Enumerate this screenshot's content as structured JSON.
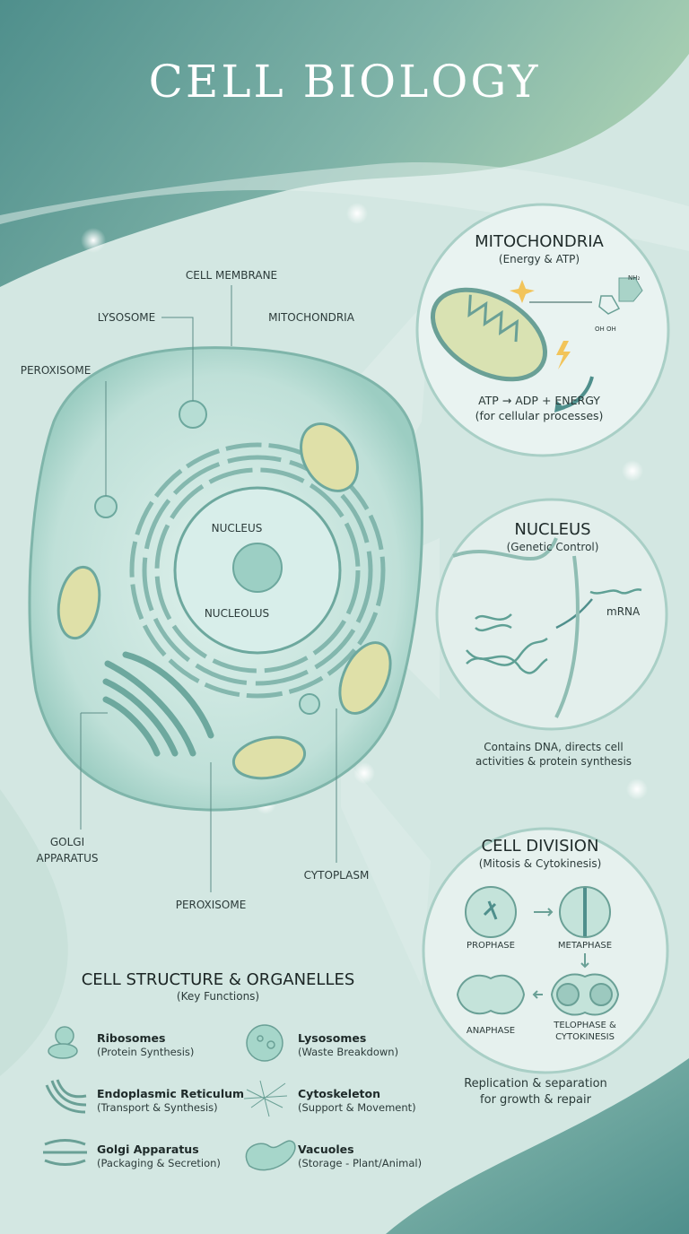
{
  "title": "CELL BIOLOGY",
  "diagram": {
    "labels": {
      "cell_membrane": "CELL MEMBRANE",
      "lysosome": "LYSOSOME",
      "mitochondria": "MITOCHONDRIA",
      "peroxisome_top": "PEROXISOME",
      "nucleus": "NUCLEUS",
      "nucleolus": "NUCLEOLUS",
      "golgi_line1": "GOLGI",
      "golgi_line2": "APPARATUS",
      "cytoplasm": "CYTOPLASM",
      "peroxisome_bottom": "PEROXISOME"
    }
  },
  "panels": {
    "mitochondria": {
      "title": "MITOCHONDRIA",
      "subtitle": "(Energy & ATP)",
      "caption_line1": "ATP → ADP + ENERGY",
      "caption_line2": "(for cellular processes)",
      "formula_label": "NH₂",
      "oh_label": "OH OH"
    },
    "nucleus": {
      "title": "NUCLEUS",
      "subtitle": "(Genetic Control)",
      "mrna": "mRNA",
      "caption_line1": "Contains DNA, directs cell",
      "caption_line2": "activities & protein synthesis"
    },
    "cell_division": {
      "title": "CELL DIVISION",
      "subtitle": "(Mitosis & Cytokinesis)",
      "stages": [
        "PROPHASE",
        "METAPHASE",
        "ANAPHASE",
        "TELOPHASE &",
        "CYTOKINESIS"
      ],
      "caption_line1": "Replication & separation",
      "caption_line2": "for growth & repair"
    }
  },
  "legend": {
    "title": "CELL STRUCTURE & ORGANELLES",
    "subtitle": "(Key Functions)",
    "items": [
      {
        "name": "Ribosomes",
        "function": "(Protein Synthesis)",
        "icon": "ribosome-icon"
      },
      {
        "name": "Lysosomes",
        "function": "(Waste Breakdown)",
        "icon": "lysosome-icon"
      },
      {
        "name": "Endoplasmic Reticulum",
        "function": "(Transport & Synthesis)",
        "icon": "er-icon"
      },
      {
        "name": "Cytoskeleton",
        "function": "(Support & Movement)",
        "icon": "cytoskeleton-icon"
      },
      {
        "name": "Golgi Apparatus",
        "function": "(Packaging & Secretion)",
        "icon": "golgi-icon"
      },
      {
        "name": "Vacuoles",
        "function": "(Storage - Plant/Animal)",
        "icon": "vacuole-icon"
      }
    ]
  },
  "colors": {
    "teal_dark": "#5f9d96",
    "teal_light": "#a9d3c8",
    "background": "#d6e8e4",
    "text": "#1f2b2a",
    "mito_yellow": "#e8e4a8"
  }
}
